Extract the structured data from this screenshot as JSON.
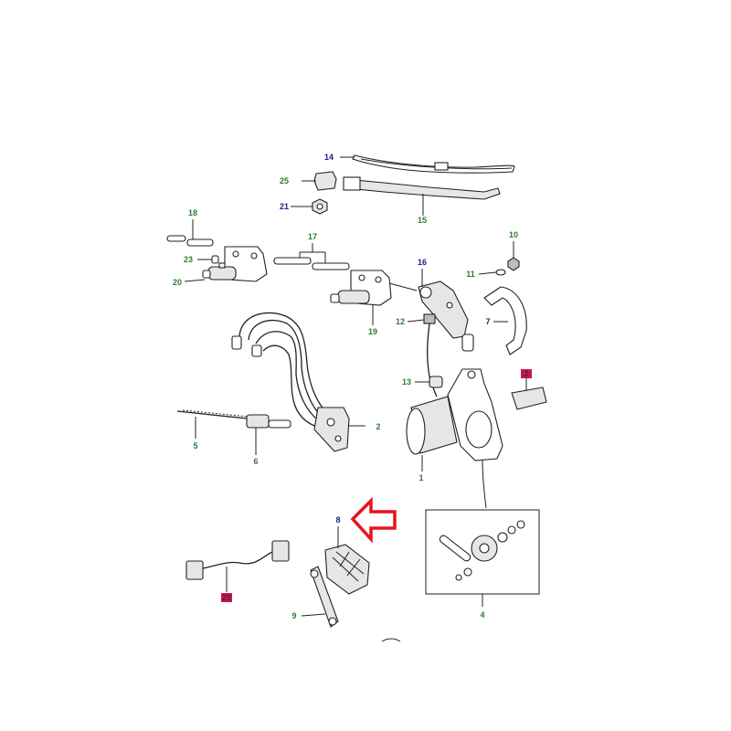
{
  "diagram": {
    "colors": {
      "label_green": "#2e7d32",
      "label_blue": "#1a237e",
      "label_highlight_bg": "#c2185b",
      "arrow_red": "#e8141b",
      "ink": "#222222"
    },
    "callouts": [
      {
        "id": "c14",
        "text": "14",
        "color": "blue"
      },
      {
        "id": "c25",
        "text": "25",
        "color": "green"
      },
      {
        "id": "c21",
        "text": "21",
        "color": "blue"
      },
      {
        "id": "c15",
        "text": "15",
        "color": "green"
      },
      {
        "id": "c18",
        "text": "18",
        "color": "green"
      },
      {
        "id": "c23",
        "text": "23",
        "color": "green"
      },
      {
        "id": "c20",
        "text": "20",
        "color": "green"
      },
      {
        "id": "c17",
        "text": "17",
        "color": "green"
      },
      {
        "id": "c19",
        "text": "19",
        "color": "green"
      },
      {
        "id": "c16",
        "text": "16",
        "color": "blue"
      },
      {
        "id": "c12a",
        "text": "12",
        "color": "green"
      },
      {
        "id": "c10",
        "text": "10",
        "color": "green"
      },
      {
        "id": "c11",
        "text": "11",
        "color": "green"
      },
      {
        "id": "c7",
        "text": "7",
        "color": "blue"
      },
      {
        "id": "c13",
        "text": "13",
        "color": "green"
      },
      {
        "id": "c3",
        "text": "3",
        "color": "highlight"
      },
      {
        "id": "c2",
        "text": "2",
        "color": "green"
      },
      {
        "id": "c5",
        "text": "5",
        "color": "green"
      },
      {
        "id": "c6",
        "text": "6",
        "color": "green"
      },
      {
        "id": "c1",
        "text": "1",
        "color": "green"
      },
      {
        "id": "c8",
        "text": "8",
        "color": "blue"
      },
      {
        "id": "c4",
        "text": "4",
        "color": "green"
      },
      {
        "id": "c22",
        "text": "22",
        "color": "highlight"
      },
      {
        "id": "c9",
        "text": "9",
        "color": "green"
      }
    ],
    "highlighted_part": "8"
  }
}
